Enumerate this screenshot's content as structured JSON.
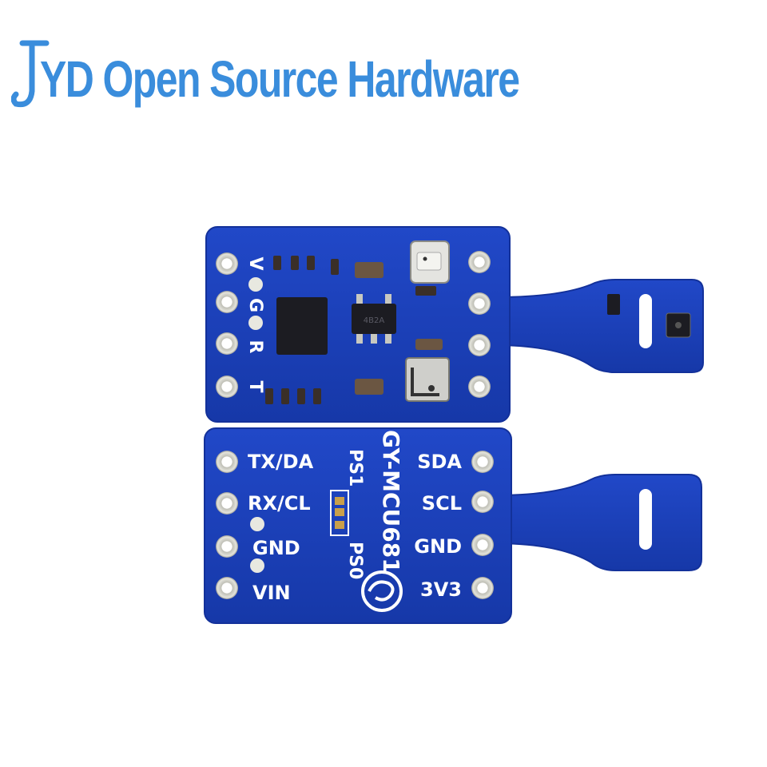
{
  "brand": {
    "text": "YD Open Source Hardware",
    "color": "#3a8ddc"
  },
  "board_top": {
    "pin_labels": [
      "V",
      "G",
      "R",
      "T"
    ],
    "chip_marking": "4B2A"
  },
  "board_bottom": {
    "model": "GY-MCU681",
    "left_pins": [
      "TX/DA",
      "RX/CL",
      "GND",
      "VIN"
    ],
    "right_pins": [
      "SDA",
      "SCL",
      "GND",
      "3V3"
    ],
    "jumpers": [
      "PS1",
      "PS0"
    ]
  },
  "colors": {
    "pcb": "#1a3fb8",
    "pcb_edge": "#13319a",
    "pad": "#d8d8cf",
    "silkscreen": "#ffffff"
  }
}
